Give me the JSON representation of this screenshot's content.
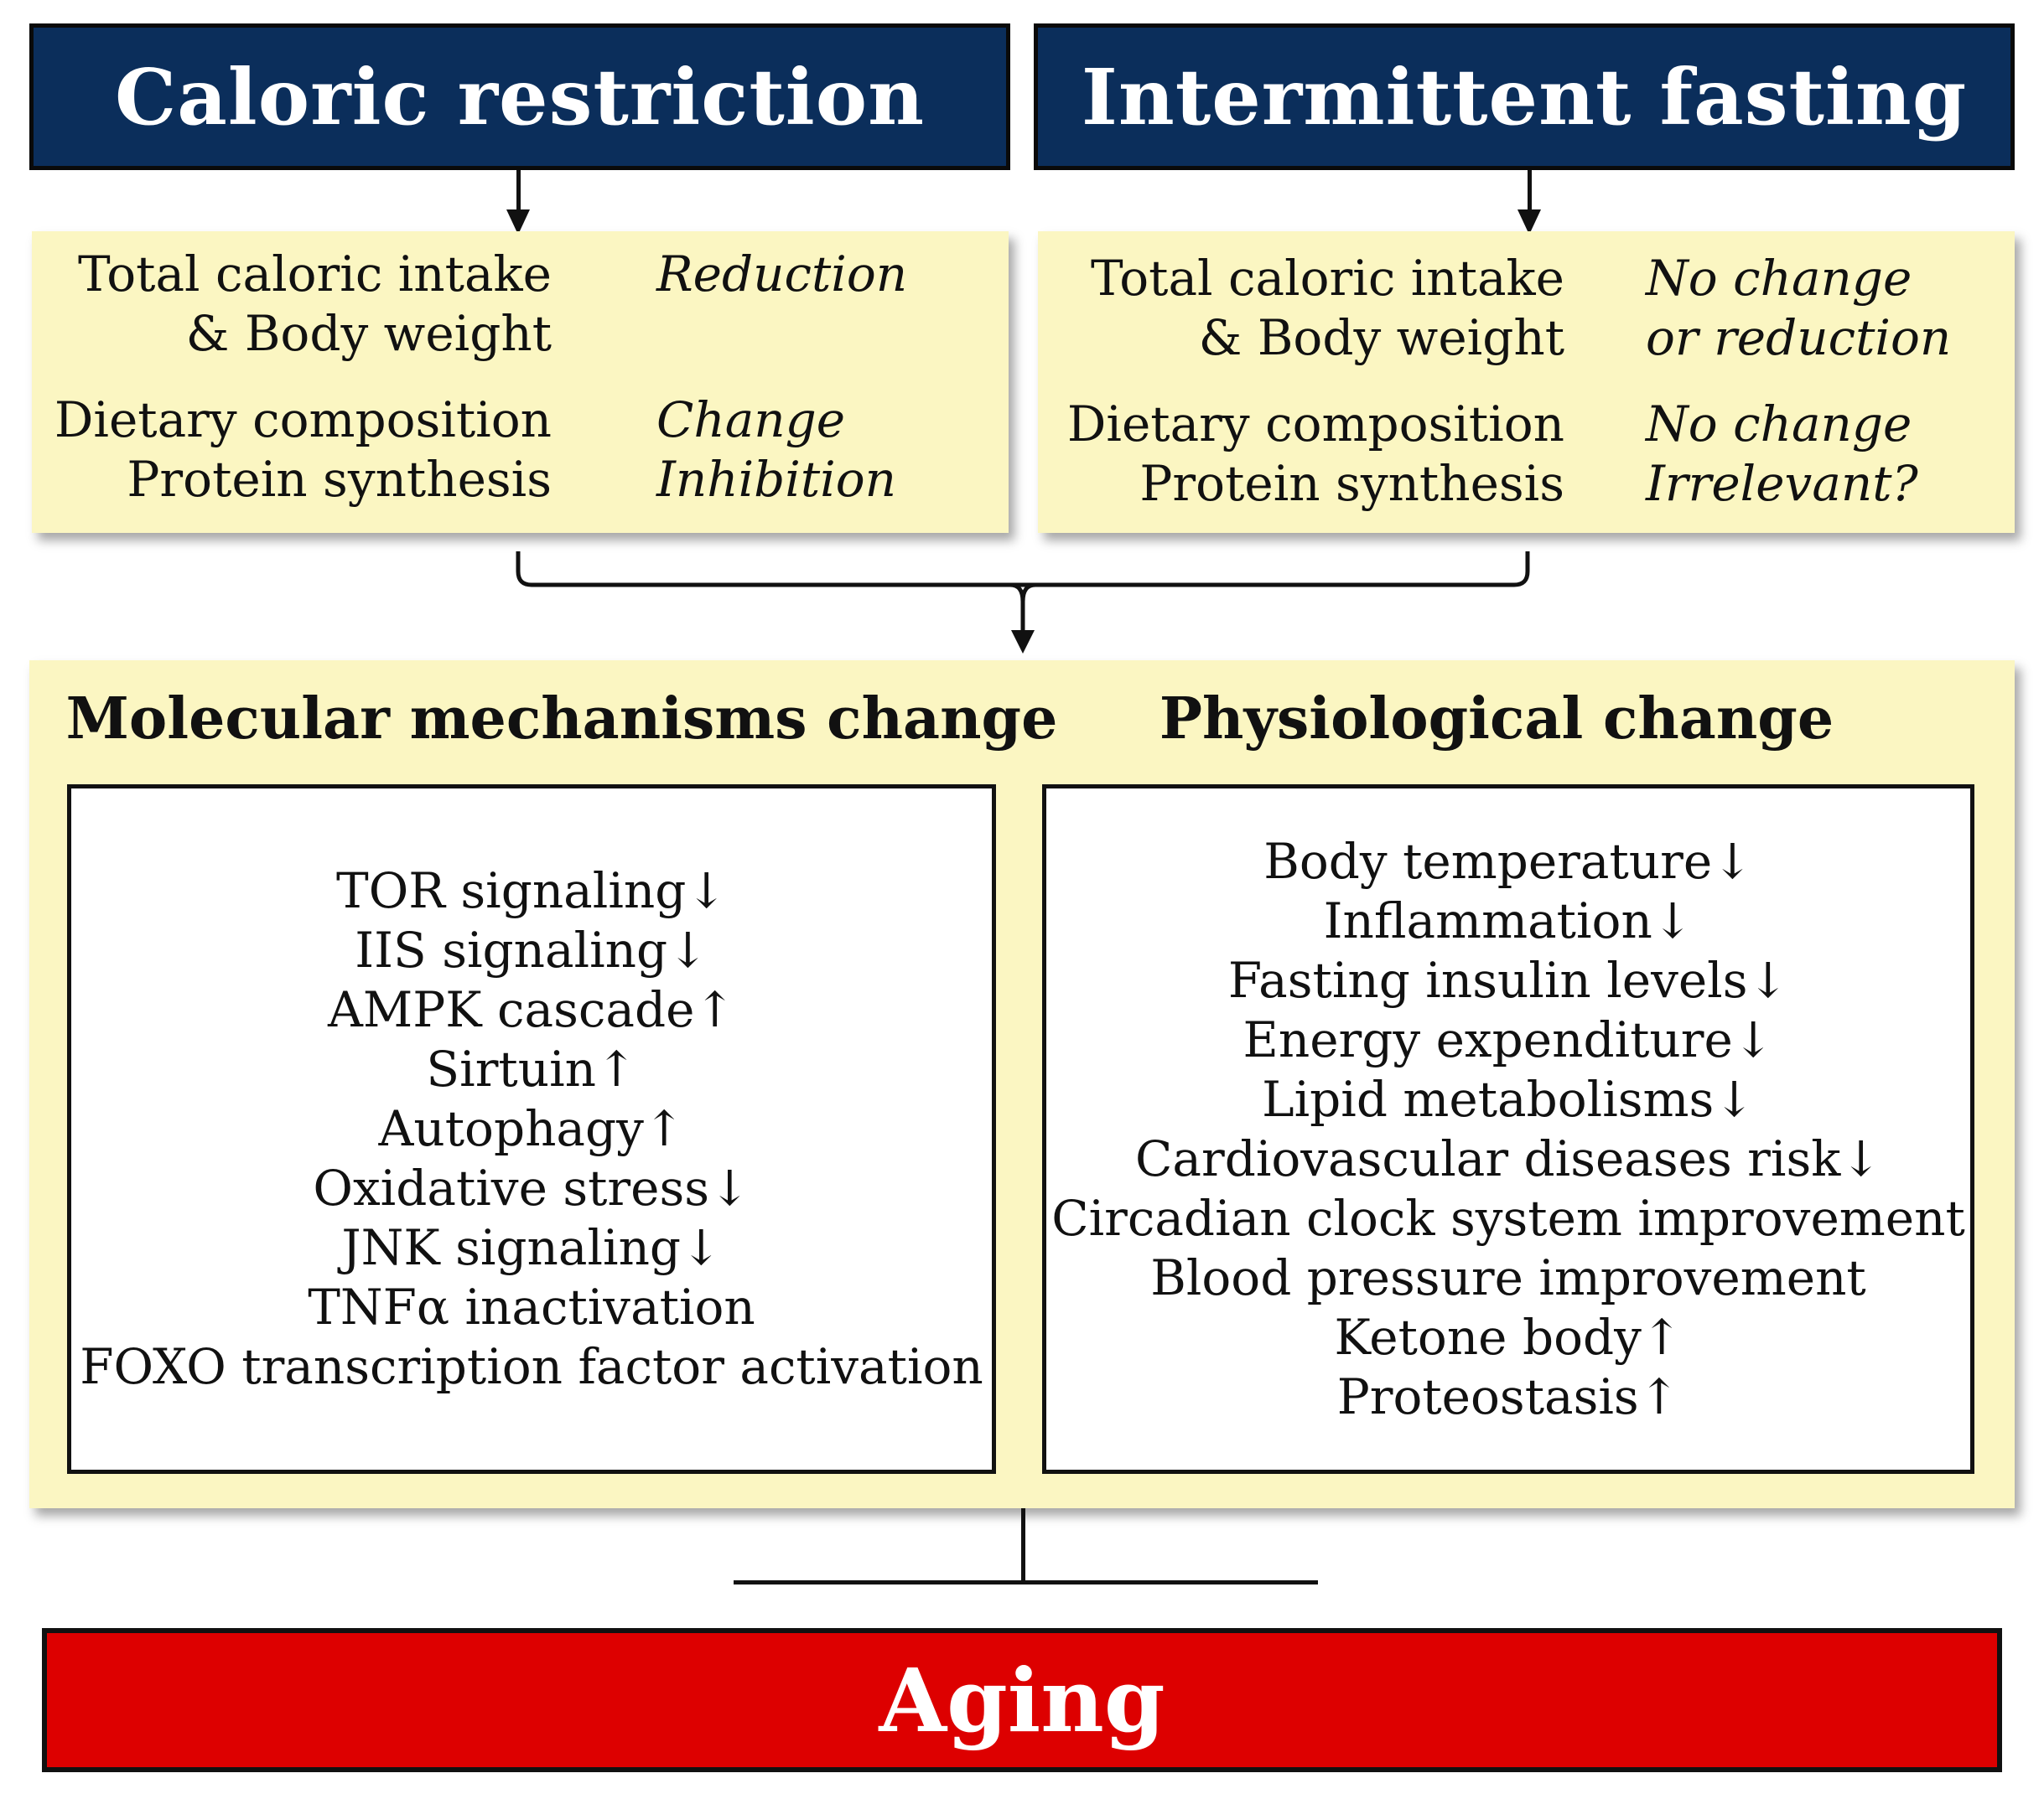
{
  "colors": {
    "header_blue": "#0b2e5b",
    "panel_yellow": "#fbf6c2",
    "aging_red": "#dd0000",
    "line_black": "#111111"
  },
  "headers": {
    "left": "Caloric restriction",
    "right": "Intermittent fasting"
  },
  "comparison": {
    "left": {
      "rows": [
        {
          "label_line1": "Total caloric intake",
          "label_line2": "& Body weight",
          "value_line1": "Reduction",
          "value_line2": ""
        },
        {
          "label_line1": "Dietary composition",
          "label_line2": "Protein synthesis",
          "value_line1": "Change",
          "value_line2": "Inhibition"
        }
      ]
    },
    "right": {
      "rows": [
        {
          "label_line1": "Total caloric intake",
          "label_line2": "& Body weight",
          "value_line1": "No change",
          "value_line2": "or reduction"
        },
        {
          "label_line1": "Dietary composition",
          "label_line2": "Protein synthesis",
          "value_line1": "No change",
          "value_line2": "Irrelevant?"
        }
      ]
    }
  },
  "changes": {
    "molecular": {
      "title": "Molecular mechanisms change",
      "items": [
        "TOR signaling↓",
        "IIS signaling↓",
        "AMPK cascade↑",
        "Sirtuin↑",
        "Autophagy↑",
        "Oxidative stress↓",
        "JNK signaling↓",
        "TNFα inactivation",
        "FOXO transcription factor activation"
      ]
    },
    "physiological": {
      "title": "Physiological change",
      "items": [
        "Body temperature↓",
        "Inflammation↓",
        "Fasting insulin levels↓",
        "Energy expenditure↓",
        "Lipid metabolisms↓",
        "Cardiovascular diseases risk↓",
        "Circadian clock system improvement",
        "Blood pressure improvement",
        "Ketone body↑",
        "Proteostasis↑"
      ]
    }
  },
  "outcome": {
    "label": "Aging"
  }
}
